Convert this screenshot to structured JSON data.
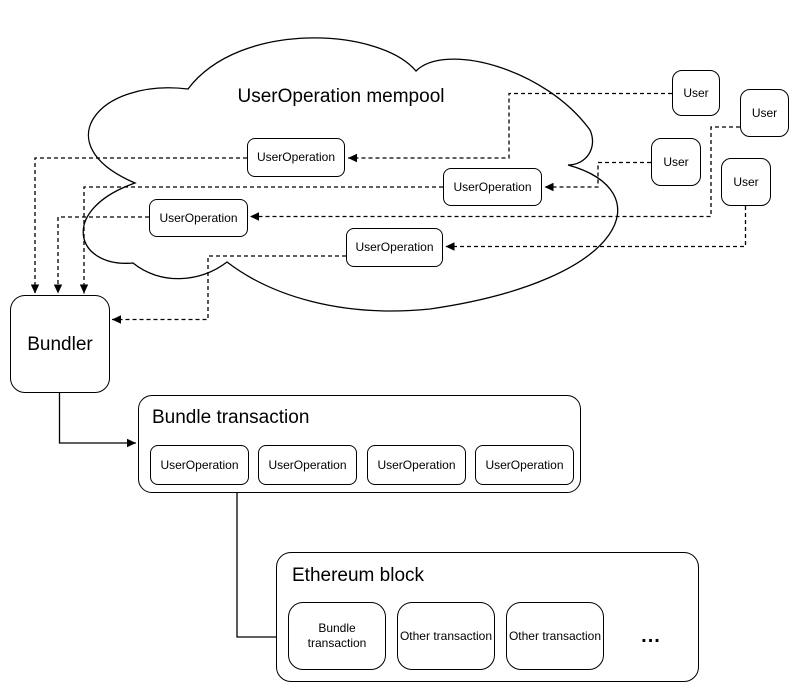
{
  "mempool": {
    "title": "UserOperation mempool",
    "nodes": [
      "UserOperation",
      "UserOperation",
      "UserOperation",
      "UserOperation"
    ]
  },
  "users": [
    {
      "label": "User"
    },
    {
      "label": "User"
    },
    {
      "label": "User"
    },
    {
      "label": "User"
    }
  ],
  "bundler": {
    "label": "Bundler"
  },
  "bundle_transaction": {
    "title": "Bundle transaction",
    "nodes": [
      "UserOperation",
      "UserOperation",
      "UserOperation",
      "UserOperation"
    ]
  },
  "ethereum_block": {
    "title": "Ethereum block",
    "transactions": [
      "Bundle transaction",
      "Other transaction",
      "Other transaction"
    ],
    "more_indicator": "..."
  },
  "colors": {
    "stroke": "#000000",
    "background": "#ffffff",
    "text": "#000000"
  }
}
